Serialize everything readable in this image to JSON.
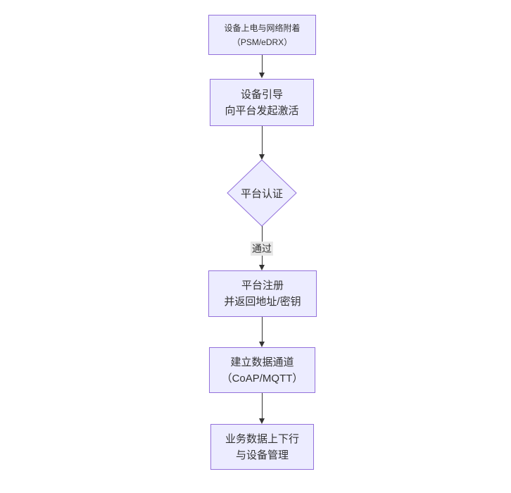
{
  "diagram": {
    "type": "flowchart",
    "direction": "top-down",
    "background": "#ffffff",
    "colors": {
      "node_fill": "#ECECFF",
      "node_border": "#9370DB",
      "text": "#333333",
      "arrow": "#333333",
      "edge_label_bg": "#e8e8e8"
    },
    "nodes": [
      {
        "id": "power-attach",
        "shape": "rect",
        "lines": [
          "设备上电与网络附着",
          "（PSM/eDRX）"
        ]
      },
      {
        "id": "device-bootstrap",
        "shape": "rect",
        "lines": [
          "设备引导",
          "向平台发起激活"
        ]
      },
      {
        "id": "platform-auth",
        "shape": "diamond",
        "lines": [
          "平台认证"
        ]
      },
      {
        "id": "platform-register",
        "shape": "rect",
        "lines": [
          "平台注册",
          "并返回地址/密钥"
        ]
      },
      {
        "id": "data-channel",
        "shape": "rect",
        "lines": [
          "建立数据通道",
          "（CoAP/MQTT）"
        ]
      },
      {
        "id": "business-data",
        "shape": "rect",
        "lines": [
          "业务数据上下行",
          "与设备管理"
        ]
      }
    ],
    "edges": [
      {
        "from": "power-attach",
        "to": "device-bootstrap",
        "label": ""
      },
      {
        "from": "device-bootstrap",
        "to": "platform-auth",
        "label": ""
      },
      {
        "from": "platform-auth",
        "to": "platform-register",
        "label": "通过"
      },
      {
        "from": "platform-register",
        "to": "data-channel",
        "label": ""
      },
      {
        "from": "data-channel",
        "to": "business-data",
        "label": ""
      }
    ]
  }
}
